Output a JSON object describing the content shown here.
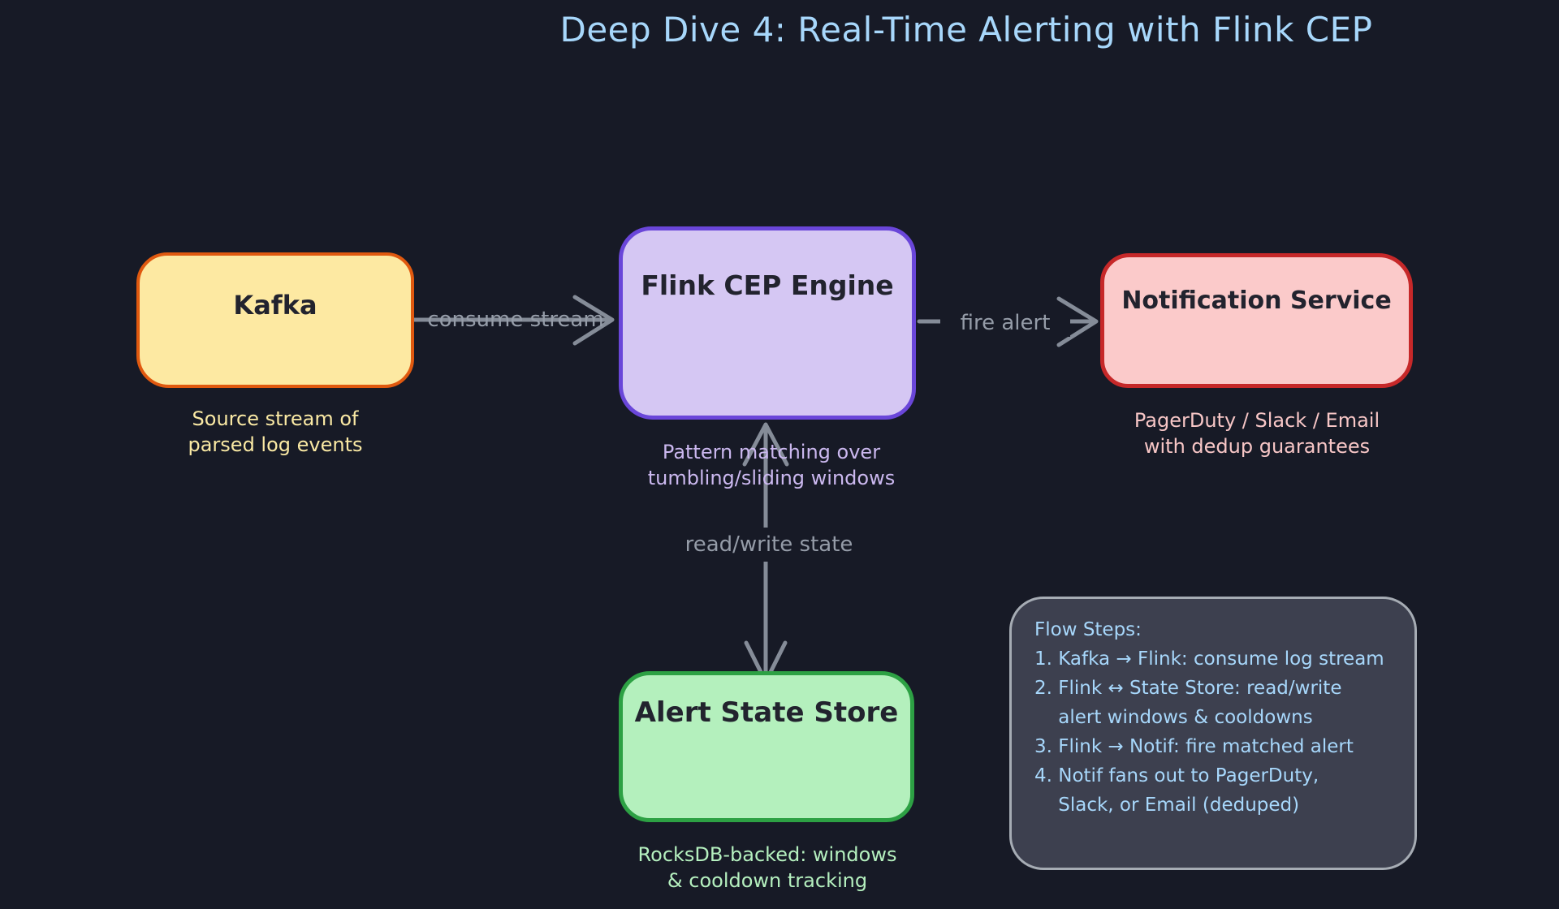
{
  "title": "Deep Dive 4: Real-Time Alerting with Flink CEP",
  "nodes": {
    "kafka": {
      "label": "Kafka",
      "caption": "Source stream of\nparsed log events"
    },
    "flink": {
      "label": "Flink CEP Engine",
      "caption": "Pattern matching over\ntumbling/sliding windows"
    },
    "notification": {
      "label": "Notification Service",
      "caption": "PagerDuty / Slack / Email\nwith dedup guarantees"
    },
    "state_store": {
      "label": "Alert State Store",
      "caption": "RocksDB-backed: windows\n& cooldown tracking"
    }
  },
  "edges": {
    "consume_stream": {
      "label": "consume stream"
    },
    "fire_alert": {
      "label": "fire alert"
    },
    "read_write_state": {
      "label": "read/write state"
    }
  },
  "flow_panel": {
    "heading": "Flow Steps:",
    "steps": [
      "1. Kafka → Flink: consume log stream",
      "2. Flink ↔ State Store: read/write\n    alert windows & cooldowns",
      "3. Flink → Notif: fire matched alert",
      "4. Notif fans out to PagerDuty,\n    Slack, or Email (deduped)"
    ]
  },
  "colors": {
    "background": "#171a26",
    "title_text": "#a7d7fb",
    "kafka_fill": "#fde9a2",
    "kafka_border": "#e0590f",
    "flink_fill": "#d5c7f3",
    "flink_border": "#6a46d9",
    "notification_fill": "#fbcaca",
    "notification_border": "#c62829",
    "state_store_fill": "#b4f0bd",
    "state_store_border": "#2da144",
    "arrow": "#858c98",
    "panel_fill": "#3d404f",
    "panel_border": "#a6acb4"
  }
}
